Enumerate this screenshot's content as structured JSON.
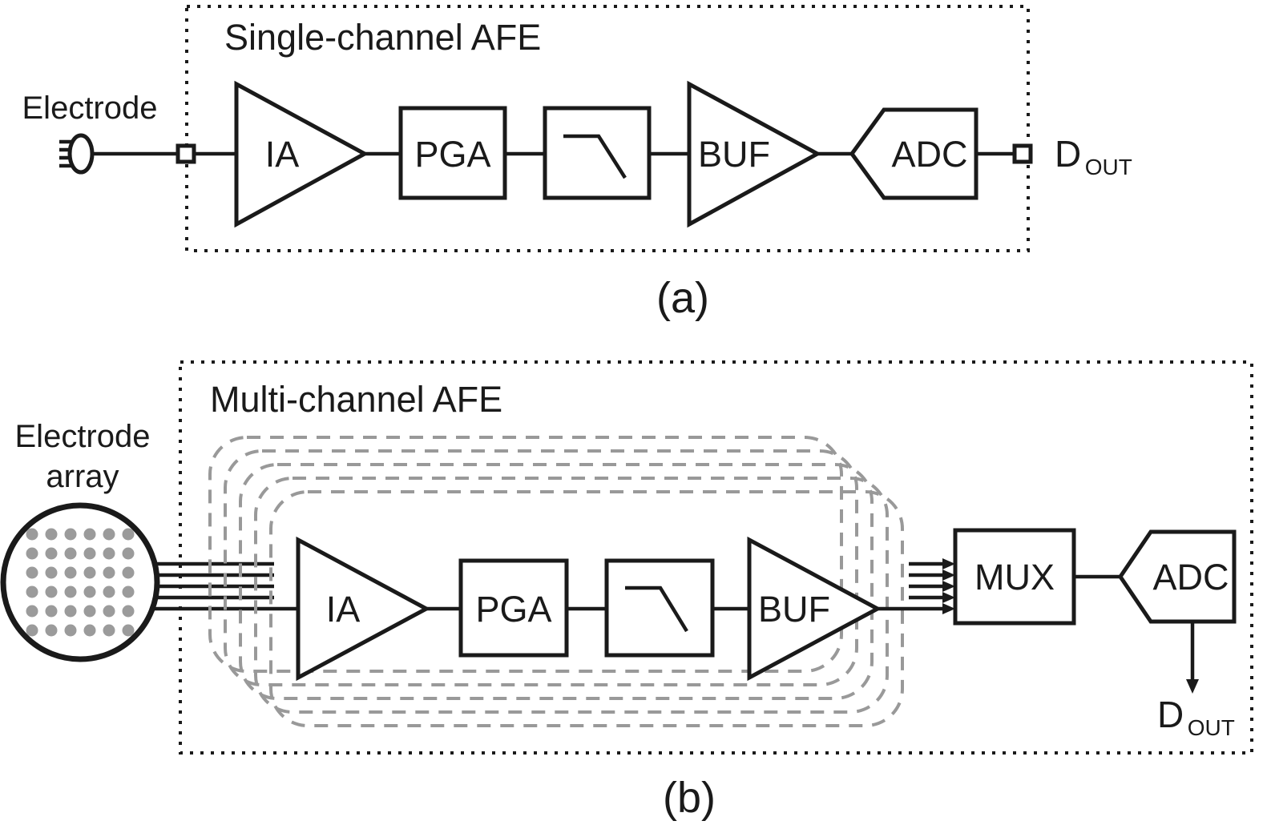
{
  "colors": {
    "panel_a_fill": "#f2f2f2",
    "channel_fill": "#efefef",
    "stack_stroke": "#999999",
    "dot_fill": "#9b9b9b",
    "line": "#1a1a1a"
  },
  "panel_a": {
    "title": "Single-channel AFE",
    "electrode_label": "Electrode",
    "ia": "IA",
    "pga": "PGA",
    "buf": "BUF",
    "adc": "ADC",
    "dout_main": "D",
    "dout_sub": "OUT",
    "caption": "(a)"
  },
  "panel_b": {
    "title": "Multi-channel AFE",
    "electrode_line1": "Electrode",
    "electrode_line2": "array",
    "ia": "IA",
    "pga": "PGA",
    "buf": "BUF",
    "mux": "MUX",
    "adc": "ADC",
    "dout_main": "D",
    "dout_sub": "OUT",
    "caption": "(b)"
  }
}
